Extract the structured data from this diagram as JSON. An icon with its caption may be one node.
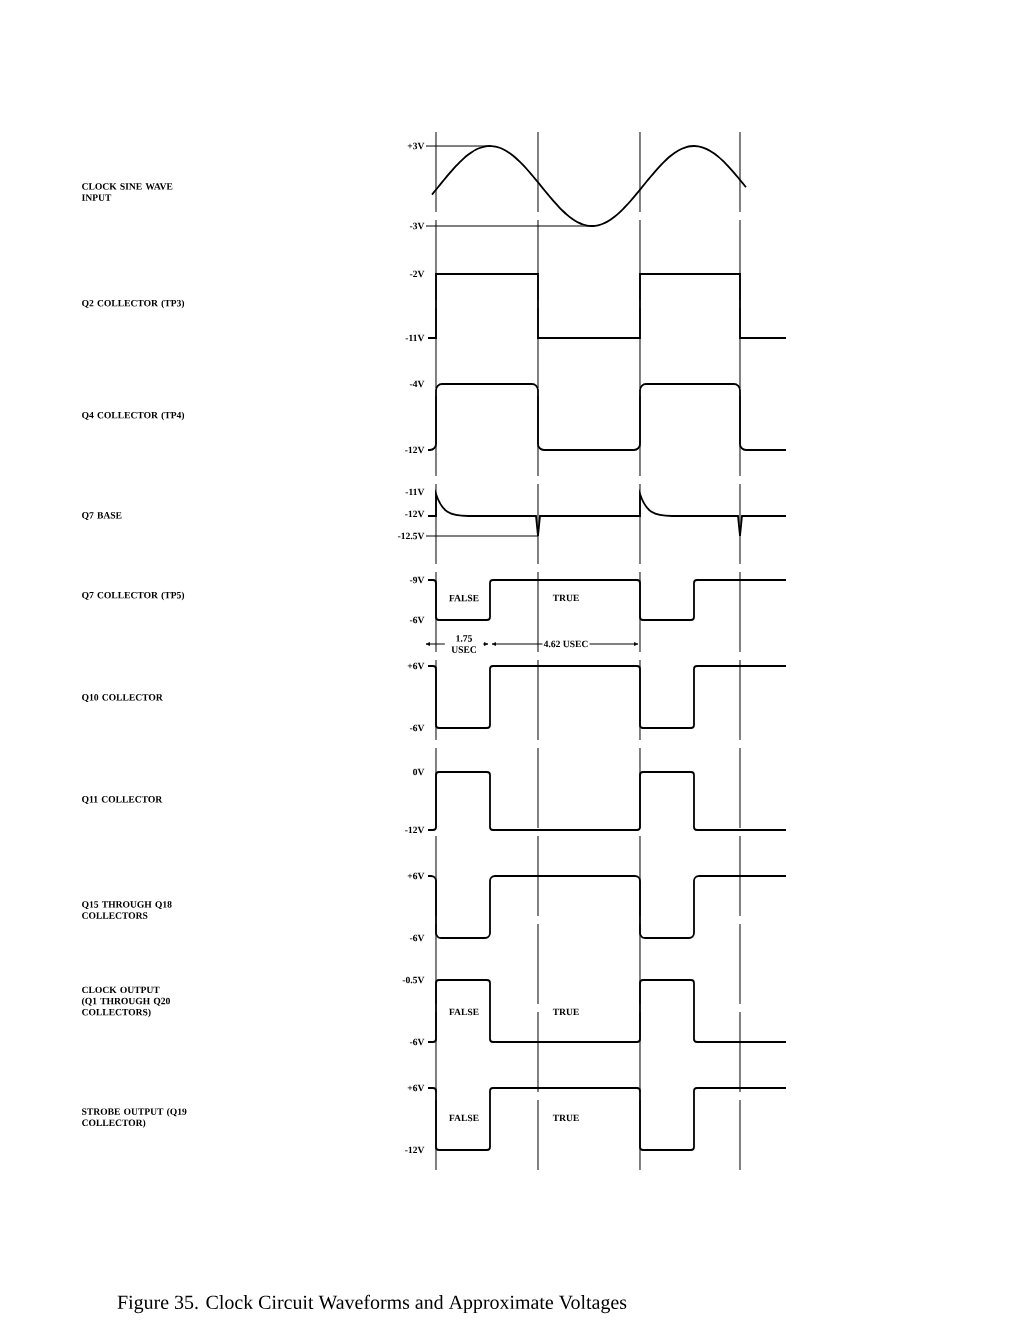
{
  "diagram": {
    "caption": "Figure 35. Clock Circuit Waveforms and Approximate Voltages",
    "labels": [
      "+3V",
      "CLOCK SINE WAVE INPUT",
      "-3V",
      "-2V",
      "Q2 COLLECTOR (TP3)",
      "-11V",
      "-4V",
      "Q4 COLLECTOR (TP4)",
      "-12V",
      "-11V",
      "Q7 BASE",
      "-12V",
      "-12.5V",
      "-9V",
      "Q7 COLLECTOR (TP5)",
      "FALSE",
      "TRUE",
      "-6V",
      "1.75 USEC",
      "4.62 USEC",
      "+6V",
      "Q10 COLLECTOR",
      "-6V",
      "0V",
      "Q11 COLLECTOR",
      "-12V",
      "+6V",
      "Q15 THROUGH Q18 COLLECTORS",
      "-6V",
      "-0.5V",
      "CLOCK OUTPUT (Q1 THROUGH Q20 COLLECTORS)",
      "FALSE",
      "TRUE",
      "-6V",
      "+6V",
      "STROBE OUTPUT (Q19 COLLECTOR)",
      "FALSE",
      "TRUE",
      "-12V"
    ]
  }
}
